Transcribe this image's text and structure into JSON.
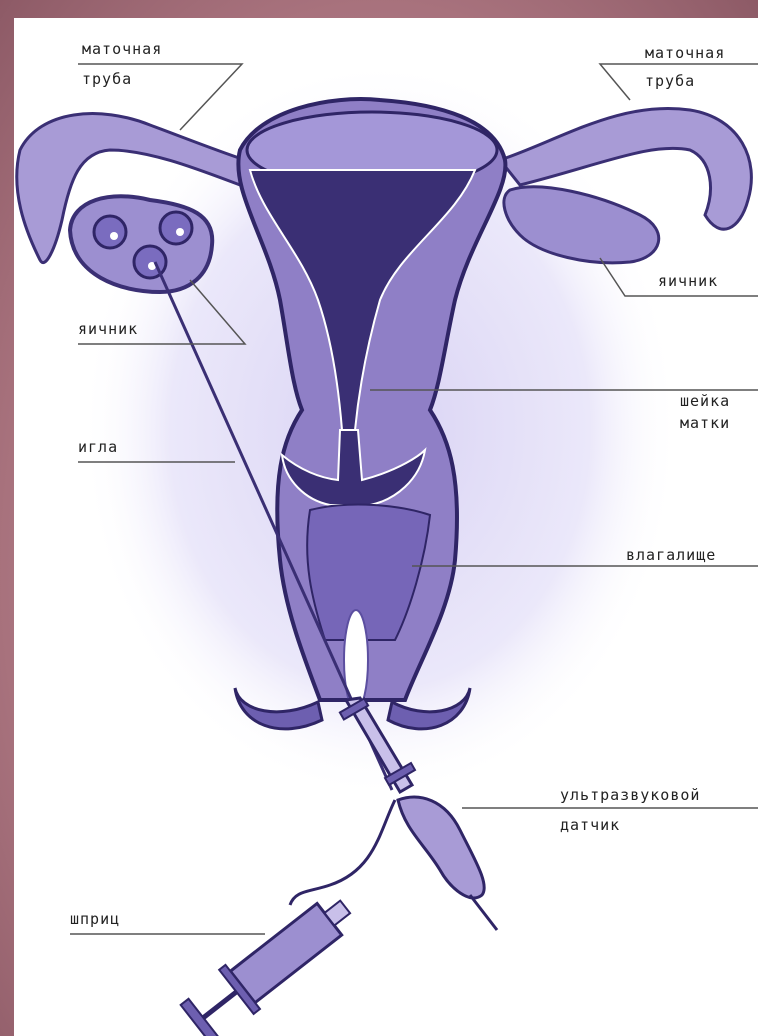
{
  "labels": {
    "tube_left_1": "маточная",
    "tube_left_2": "труба",
    "tube_right_1": "маточная",
    "tube_right_2": "труба",
    "ovary_left": "яичник",
    "ovary_right": "яичник",
    "cervix_1": "шейка",
    "cervix_2": "матки",
    "needle": "игла",
    "vagina": "влагалище",
    "probe_1": "ультразвуковой",
    "probe_2": "датчик",
    "syringe": "шприц"
  },
  "colors": {
    "tissue": "#8f7fc6",
    "tissue_dark": "#3a2f74",
    "tissue_light": "#c9c0ea",
    "glow": "#e4e0f8",
    "line": "#555555"
  }
}
